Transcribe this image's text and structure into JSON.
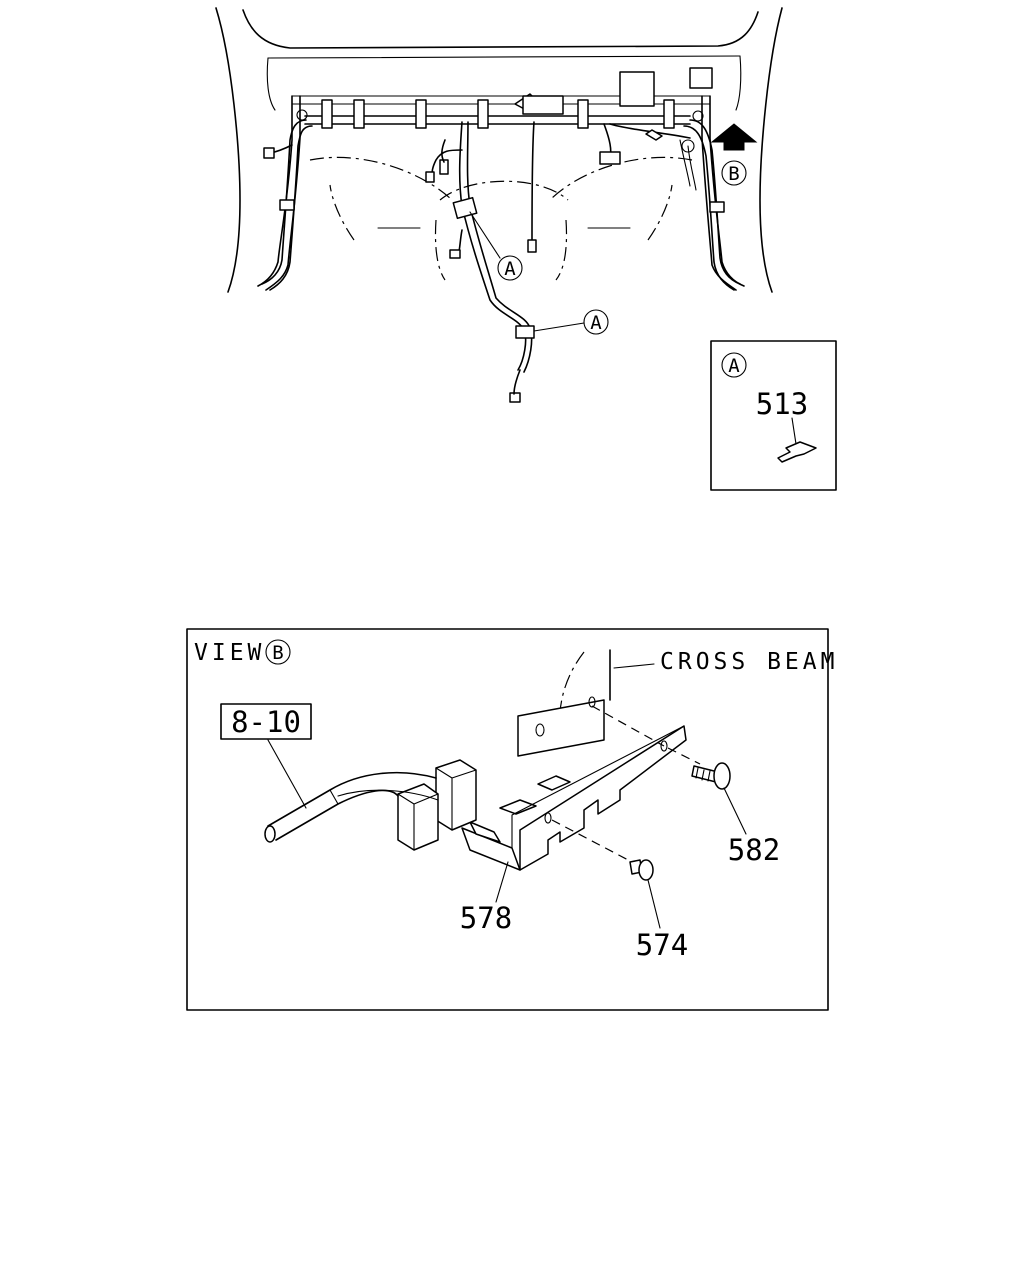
{
  "diagram": {
    "callouts": {
      "a_upper": "A",
      "a_lower": "A",
      "b_main": "B"
    },
    "detail_a": {
      "marker": "A",
      "part_label": "513"
    },
    "view_b": {
      "title": "VIEW",
      "marker": "B",
      "cross_beam_label": "CROSS BEAM",
      "ref_box_label": "8-10",
      "part_582": "582",
      "part_578": "578",
      "part_574": "574"
    }
  }
}
